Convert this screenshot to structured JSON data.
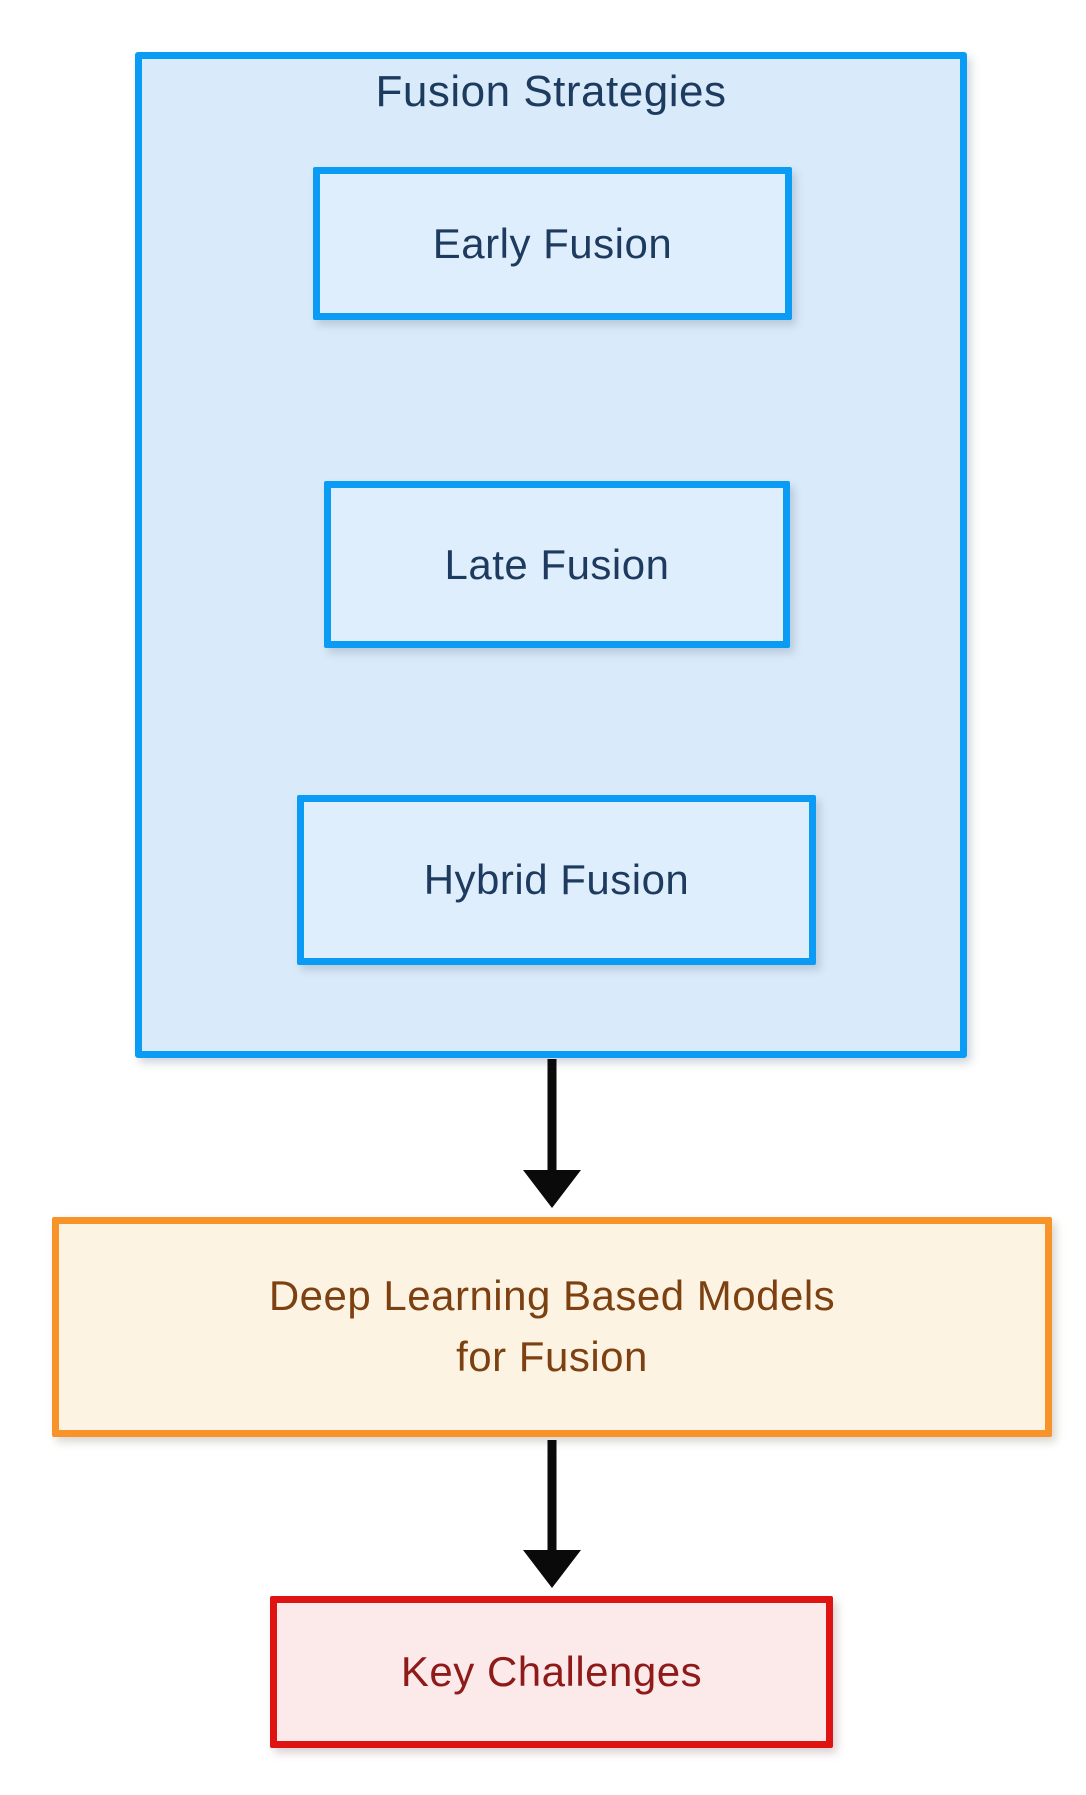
{
  "diagram": {
    "group": {
      "title": "Fusion Strategies",
      "items": [
        {
          "label": "Early Fusion"
        },
        {
          "label": "Late Fusion"
        },
        {
          "label": "Hybrid Fusion"
        }
      ]
    },
    "deep_learning_node": {
      "label": "Deep Learning Based Models\nfor Fusion"
    },
    "key_challenges_node": {
      "label": "Key Challenges"
    },
    "connectors": [
      {
        "name": "fusion-strategies-to-deep-learning",
        "direction": "down"
      },
      {
        "name": "deep-learning-to-key-challenges",
        "direction": "down"
      }
    ],
    "colors": {
      "blue_border": "#0a9cf5",
      "blue_group_fill": "#d9eafa",
      "blue_item_fill": "#dfeefc",
      "blue_text": "#1d3a5f",
      "orange_border": "#f79329",
      "orange_fill": "#fdf3e3",
      "orange_text": "#7d4010",
      "red_border": "#e01313",
      "red_fill": "#fce9e9",
      "red_text": "#8e1a1a",
      "arrow": "#0a0a0a"
    }
  }
}
